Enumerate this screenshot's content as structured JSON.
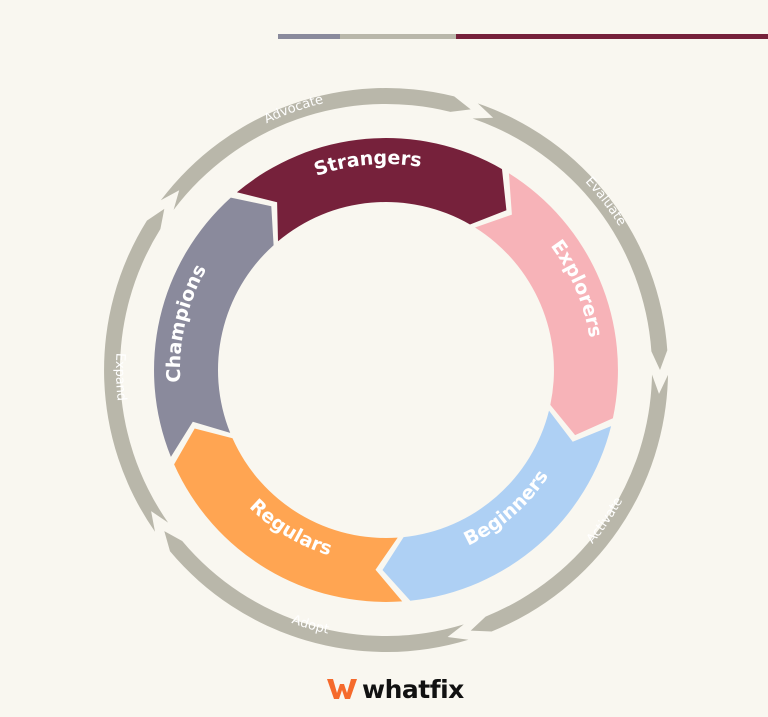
{
  "colors": {
    "background": "#f9f7f0",
    "outer_ring": "#b9b7aa",
    "bar_gray": "#8a8a9c",
    "bar_beige": "#b9b7aa",
    "bar_maroon": "#76213b",
    "logo_orange": "#f56a2c",
    "logo_text": "#111111"
  },
  "inner_segments": [
    {
      "label": "Strangers",
      "color": "#76213b"
    },
    {
      "label": "Explorers",
      "color": "#f7b3b8"
    },
    {
      "label": "Beginners",
      "color": "#aed0f4"
    },
    {
      "label": "Regulars",
      "color": "#ffa552"
    },
    {
      "label": "Champions",
      "color": "#8a8a9c"
    }
  ],
  "outer_segments": [
    {
      "label": "Evaluate"
    },
    {
      "label": "Activate"
    },
    {
      "label": "Adopt"
    },
    {
      "label": "Expand"
    },
    {
      "label": "Advocate"
    }
  ],
  "logo": {
    "text": "whatfix",
    "icon": "whatfix-logo-mark-icon"
  }
}
